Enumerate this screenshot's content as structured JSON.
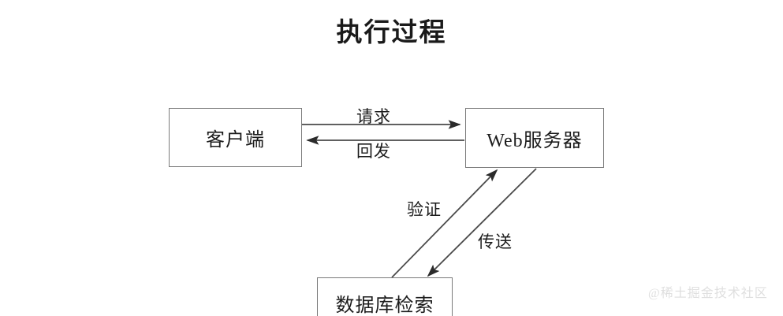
{
  "title": "执行过程",
  "nodes": {
    "client": "客户端",
    "webserver": "Web服务器",
    "database": "数据库检索"
  },
  "edges": {
    "request": "请求",
    "postback": "回发",
    "verify": "验证",
    "transmit": "传送"
  },
  "watermark": "@稀土掘金技术社区",
  "colors": {
    "background": "#ffffff",
    "box_border": "#7a7a7a",
    "text": "#1c1c1c",
    "arrow": "#4a4a4a",
    "watermark": "#dfdfdf"
  }
}
